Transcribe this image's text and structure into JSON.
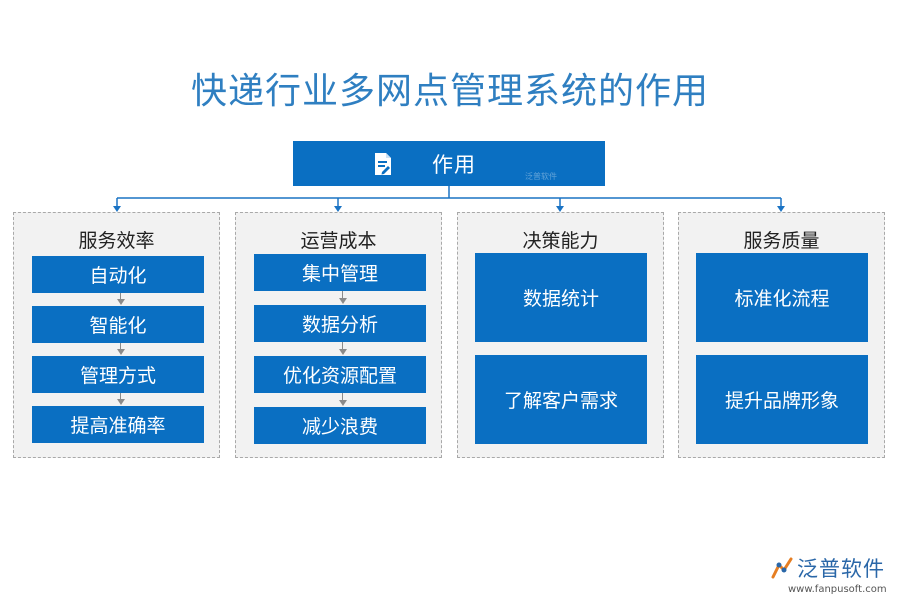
{
  "title": "快递行业多网点管理系统的作用",
  "root": {
    "label": "作用",
    "icon": "document-edit-icon",
    "watermark": "泛普软件"
  },
  "colors": {
    "accent": "#0a6fc2",
    "title": "#2f7fc1",
    "panel": "#f2f2f2",
    "connector": "#1a73c4"
  },
  "groups": [
    {
      "title": "服务效率",
      "items": [
        "自动化",
        "智能化",
        "管理方式",
        "提高准确率"
      ]
    },
    {
      "title": "运营成本",
      "items": [
        "集中管理",
        "数据分析",
        "优化资源配置",
        "减少浪费"
      ]
    },
    {
      "title": "决策能力",
      "items": [
        "数据统计",
        "了解客户需求"
      ]
    },
    {
      "title": "服务质量",
      "items": [
        "标准化流程",
        "提升品牌形象"
      ]
    }
  ],
  "logo": {
    "name": "泛普软件",
    "url": "www.fanpusoft.com",
    "icon": "fanpu-logo-icon"
  }
}
